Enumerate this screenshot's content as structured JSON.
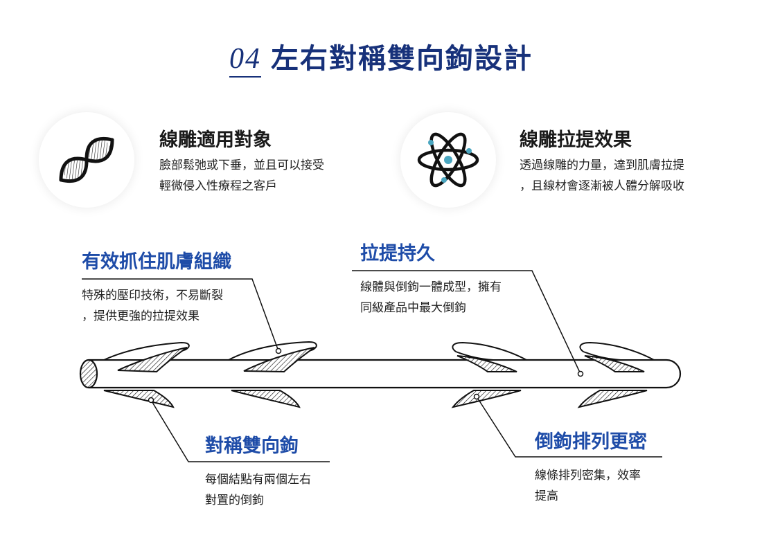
{
  "header": {
    "number": "04",
    "title": "左右對稱雙向鉤設計"
  },
  "features": [
    {
      "icon": "dna-icon",
      "title": "線雕適用對象",
      "lines": [
        "臉部鬆弛或下垂，並且可以接受",
        "輕微侵入性療程之客戶"
      ]
    },
    {
      "icon": "atom-icon",
      "title": "線雕拉提效果",
      "lines": [
        "透過線雕的力量，達到肌膚拉提",
        "，且線材會逐漸被人體分解吸收"
      ]
    }
  ],
  "callouts": [
    {
      "title": "有效抓住肌膚組織",
      "lines": [
        "特殊的壓印技術，不易斷裂",
        "，提供更強的拉提效果"
      ]
    },
    {
      "title": "拉提持久",
      "lines": [
        "線體與倒鉤一體成型，擁有",
        "同級產品中最大倒鉤"
      ]
    },
    {
      "title": "對稱雙向鉤",
      "lines": [
        "每個結點有兩個左右",
        "對置的倒鉤"
      ]
    },
    {
      "title": "倒鉤排列更密",
      "lines": [
        "線條排列密集，效率",
        "提高"
      ]
    }
  ],
  "colors": {
    "accent_dark": "#17317a",
    "accent_blue": "#1e4ca8",
    "atom_dot": "#4aa6c0"
  }
}
